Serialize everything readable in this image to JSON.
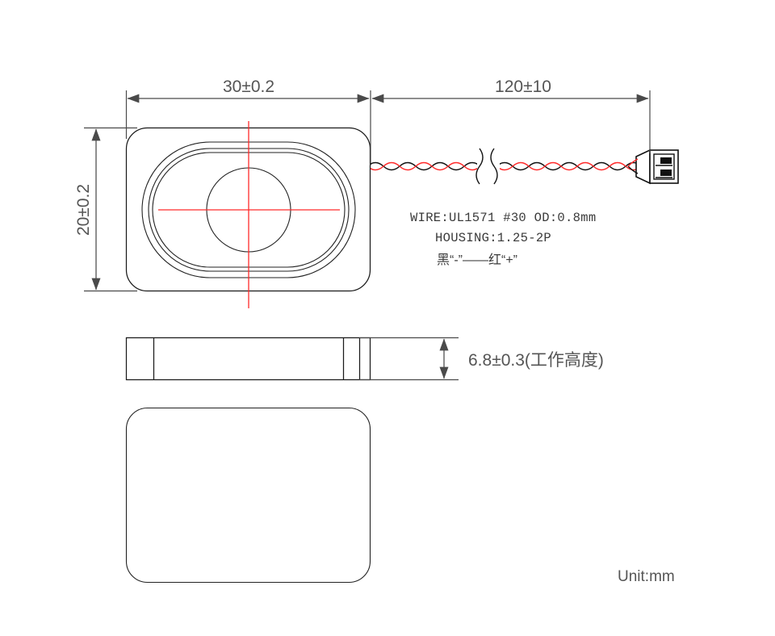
{
  "drawing": {
    "title_note": "",
    "unit_label": "Unit:mm",
    "dimensions": {
      "width": "30±0.2",
      "height": "20±0.2",
      "wire_length": "120±10",
      "thickness": "6.8±0.3(工作高度)"
    },
    "notes": [
      "WIRE:UL1571 #30 OD:0.8mm",
      "HOUSING:1.25-2P",
      "黑“-”——红“+”"
    ],
    "colors": {
      "outline": "#1a1a1a",
      "centerline": "#ff2a2a",
      "dimension": "#4a4a4a",
      "wire_negative": "#111111",
      "wire_positive": "#ff2a2a",
      "text": "#555555"
    },
    "views": {
      "front": "front-view-speaker",
      "side": "side-view-profile",
      "bottom": "bottom-view-outline"
    }
  }
}
